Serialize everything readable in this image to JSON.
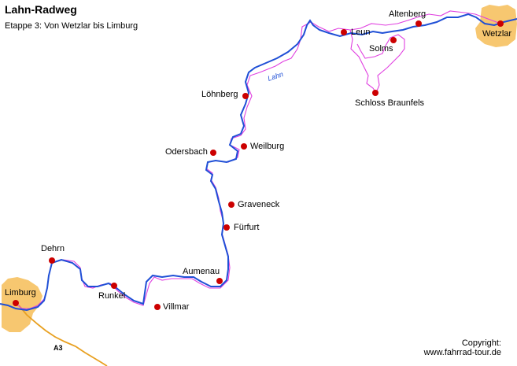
{
  "title": "Lahn-Radweg",
  "subtitle": "Etappe 3: Von Wetzlar bis Limburg",
  "river_name": "Lahn",
  "road_name": "A3",
  "places": [
    {
      "id": "altenberg",
      "name": "Altenberg"
    },
    {
      "id": "wetzlar",
      "name": "Wetzlar"
    },
    {
      "id": "leun",
      "name": "Leun"
    },
    {
      "id": "solms",
      "name": "Solms"
    },
    {
      "id": "schloss-braunfels",
      "name": "Schloss Braunfels"
    },
    {
      "id": "loehnberg",
      "name": "Löhnberg"
    },
    {
      "id": "weilburg",
      "name": "Weilburg"
    },
    {
      "id": "odersbach",
      "name": "Odersbach"
    },
    {
      "id": "graveneck",
      "name": "Graveneck"
    },
    {
      "id": "fuerfurt",
      "name": "Fürfurt"
    },
    {
      "id": "aumenau",
      "name": "Aumenau"
    },
    {
      "id": "dehrn",
      "name": "Dehrn"
    },
    {
      "id": "runkel",
      "name": "Runkel"
    },
    {
      "id": "villmar",
      "name": "Villmar"
    },
    {
      "id": "limburg",
      "name": "Limburg"
    }
  ],
  "copyright": {
    "line1": "Copyright:",
    "line2": "www.fahrrad-tour.de"
  },
  "colors": {
    "river": "#1f4fd6",
    "bike_route": "#e040e0",
    "town_area": "#f7c770",
    "highway": "#e8a020",
    "marker": "#cc0000"
  }
}
